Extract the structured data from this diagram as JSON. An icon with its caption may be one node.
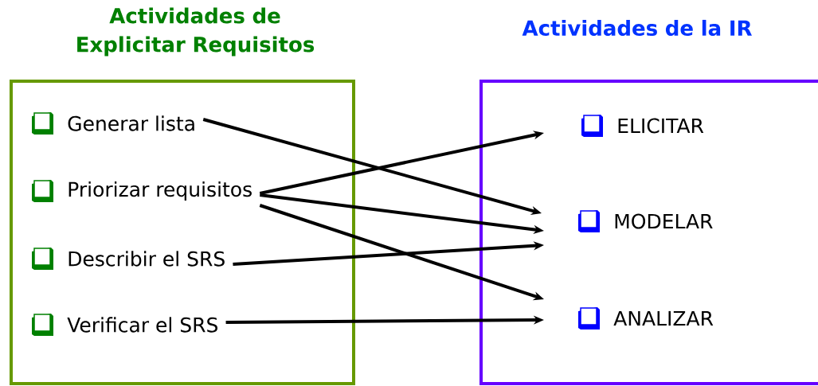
{
  "diagram": {
    "nodes": [
      {
        "text": [
          "Actividades de Explicitar Requisitos"
        ]
      },
      {
        "text": [
          "Generar lista"
        ],
        "in": 0
      },
      {
        "text": [
          "Priorizar requisitos"
        ],
        "in": 0
      },
      {
        "text": [
          "Describir el SRS"
        ],
        "in": 0
      },
      {
        "text": [
          "Verificar el SRS"
        ],
        "in": 0
      },
      {
        "text": [
          "Actividades de la IR"
        ]
      },
      {
        "text": [
          "ELICITAR"
        ],
        "in": 5
      },
      {
        "text": [
          "MODELAR"
        ],
        "in": 5
      },
      {
        "text": [
          "ANALIZAR"
        ],
        "in": 5
      }
    ],
    "edges": [
      {
        "from": 1,
        "to": 7,
        "arrow": "to"
      },
      {
        "from": 2,
        "to": 6,
        "arrow": "to"
      },
      {
        "from": 2,
        "to": 7,
        "arrow": "to"
      },
      {
        "from": 2,
        "to": 8,
        "arrow": "to"
      },
      {
        "from": 3,
        "to": 7,
        "arrow": "to"
      },
      {
        "from": 4,
        "to": 8,
        "arrow": "to"
      }
    ]
  }
}
